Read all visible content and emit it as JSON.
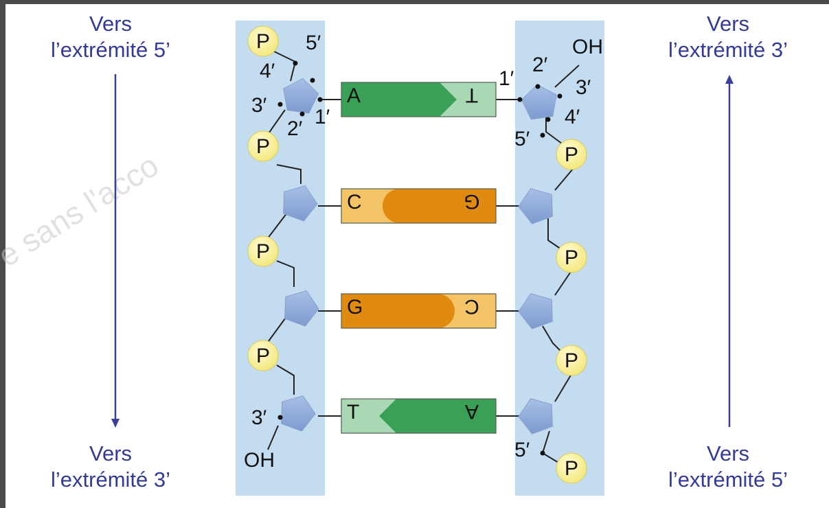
{
  "labels": {
    "top_left": {
      "line1": "Vers",
      "line2": "l’extrémité 5’"
    },
    "bottom_left": {
      "line1": "Vers",
      "line2": "l’extrémité 3’"
    },
    "top_right": {
      "line1": "Vers",
      "line2": "l’extrémité 3’"
    },
    "bottom_right": {
      "line1": "Vers",
      "line2": "l’extrémité 5’"
    }
  },
  "watermark": "e sans l'acco",
  "phosphate_label": "P",
  "left_strand": {
    "end_top": "5′",
    "end_bottom": "OH",
    "carbons_top": [
      "4′",
      "3′",
      "2′",
      "1′"
    ],
    "carbon_bottom": "3′"
  },
  "right_strand": {
    "end_top": "OH",
    "end_bottom": "5′",
    "carbons_top": [
      "1′",
      "2′",
      "3′",
      "4′",
      "5′"
    ]
  },
  "base_pairs": [
    {
      "left": "A",
      "right": "T",
      "left_color": "#3aa055",
      "right_color": "#a8d8b4",
      "pointing": "right"
    },
    {
      "left": "C",
      "right": "G",
      "left_color": "#f5c466",
      "right_color": "#e08a10",
      "pointing": "left"
    },
    {
      "left": "G",
      "right": "C",
      "left_color": "#e08a10",
      "right_color": "#f5c466",
      "pointing": "right"
    },
    {
      "left": "T",
      "right": "A",
      "left_color": "#a8d8b4",
      "right_color": "#3aa055",
      "pointing": "left"
    }
  ],
  "colors": {
    "backbone_band": "#c3dcf0",
    "sugar": "#8aa8d8",
    "phosphate": "#fbf3a0",
    "arrow": "#3b3e99",
    "label_text": "#333a99"
  }
}
